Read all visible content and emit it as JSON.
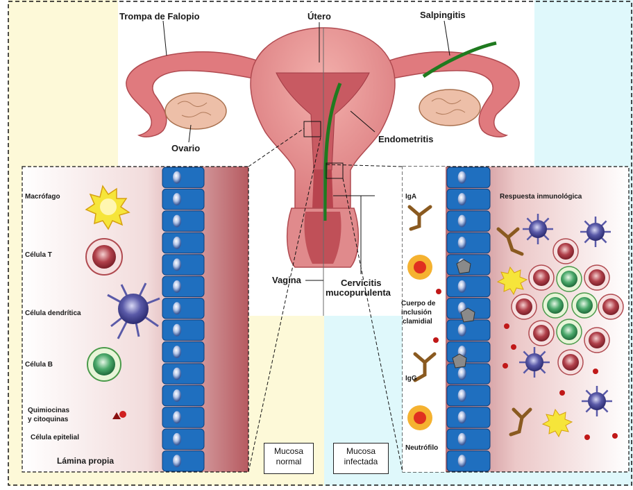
{
  "labels": {
    "trompa": "Trompa de Falopio",
    "utero": "Útero",
    "salpingitis": "Salpingitis",
    "ovario": "Ovario",
    "endometritis": "Endometritis",
    "vagina": "Vagina",
    "cervicitis_1": "Cervicitis",
    "cervicitis_2": "mucopurulenta"
  },
  "left_panel": {
    "macrofago": "Macrófago",
    "celula_t": "Célula T",
    "celula_dendritica": "Célula dendrítica",
    "celula_b": "Célula B",
    "quimiocinas_1": "Quimiocinas",
    "quimiocinas_2": "y citoquinas",
    "celula_epitelial": "Célula epitelial",
    "lamina_propia": "Lámina propia",
    "box_1": "Mucosa",
    "box_2": "normal"
  },
  "right_panel": {
    "iga": "IgA",
    "respuesta": "Respuesta inmunológica",
    "cuerpo_1": "Cuerpo de",
    "cuerpo_2": "inclusión",
    "cuerpo_3": "clamidial",
    "igg": "IgG",
    "neutrofilo": "Neutrófilo",
    "box_1": "Mucosa",
    "box_2": "infectada"
  },
  "colors": {
    "tissue_pink": "#e8898b",
    "tissue_dark": "#b84a50",
    "epithelium": "#1f6fbf",
    "infection_green": "#1f7a1f",
    "panel_left_bg": "#fbf7c8",
    "panel_right_bg": "#d6f6fb"
  }
}
